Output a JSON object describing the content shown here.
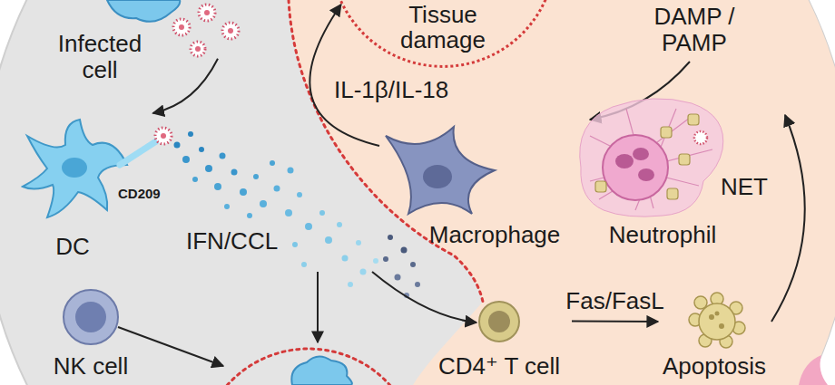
{
  "diagram": {
    "nodes": [
      {
        "text": [
          "Infected cell"
        ]
      },
      {
        "text": [
          "DC"
        ]
      },
      {
        "text": [
          "NK cell"
        ]
      },
      {
        "text": [
          "Tissue damage"
        ]
      },
      {
        "text": [
          "Macrophage"
        ]
      },
      {
        "text": [
          "Neutrophil",
          "NET"
        ]
      },
      {
        "text": [
          "CD4⁺ T cell"
        ]
      },
      {
        "text": [
          "Apoptosis"
        ]
      }
    ],
    "edges": [
      {
        "from": 0,
        "to": 1,
        "arrow": "to"
      },
      {
        "from": 4,
        "to": 3,
        "label": "IL-1β/IL-18",
        "arrow": "to"
      },
      {
        "from": 6,
        "to": 7,
        "label": "Fas/FasL",
        "arrow": "to"
      },
      {
        "from": 7,
        "to": 5,
        "arrow": "to"
      }
    ],
    "labels": [
      "CD209",
      "IFN/CCL",
      "DAMP / PAMP"
    ]
  }
}
